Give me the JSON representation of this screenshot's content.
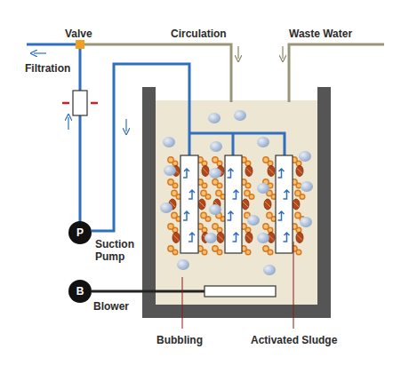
{
  "diagram": {
    "nodes": [
      {
        "text": [
          "P"
        ]
      },
      {
        "text": [
          "B"
        ]
      }
    ],
    "labels": [
      "Valve",
      "Circulation",
      "Waste Water",
      "Filtration",
      "Suction Pump",
      "Blower",
      "Bubbling",
      "Activated Sludge"
    ]
  }
}
